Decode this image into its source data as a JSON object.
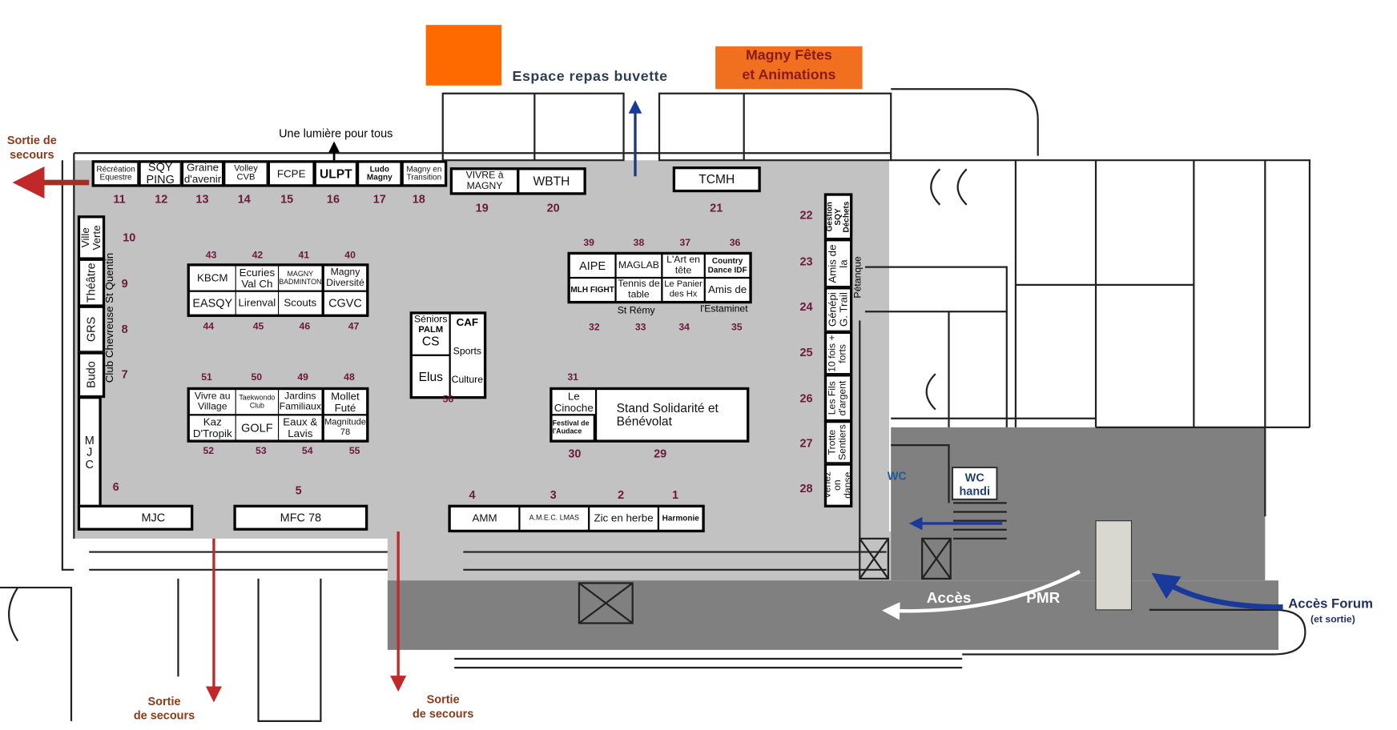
{
  "header": {
    "buvette_label": "Espace repas buvette",
    "magny_fetes": "Magny Fêtes",
    "magny_animations": "et Animations",
    "lumiere": "Une lumière pour tous",
    "colors": {
      "orange": "#ff6a00",
      "hall": "#c2c2c2",
      "number": "#6b1a3a",
      "exit": "#c0282a",
      "access": "#1a3a9a"
    }
  },
  "exits": {
    "top_left": [
      "Sortie de",
      "secours"
    ],
    "bottom_left": [
      "Sortie",
      "de secours"
    ],
    "bottom_mid": [
      "Sortie",
      "de secours"
    ]
  },
  "top_row": [
    {
      "num": "11",
      "label": "Récréation Equestre"
    },
    {
      "num": "12",
      "label": "SQY PING"
    },
    {
      "num": "13",
      "label": "Graine d'avenir"
    },
    {
      "num": "14",
      "label": "Volley CVB"
    },
    {
      "num": "15",
      "label": "FCPE"
    },
    {
      "num": "16",
      "label": "ULPT"
    },
    {
      "num": "17",
      "label": "Ludo Magny"
    },
    {
      "num": "18",
      "label": "Magny en Transition"
    },
    {
      "num": "19",
      "label": "VIVRE à MAGNY"
    },
    {
      "num": "20",
      "label": "WBTH"
    },
    {
      "num": "21",
      "label": "TCMH"
    }
  ],
  "left_column": [
    {
      "num": "10",
      "label": "Ville Verte"
    },
    {
      "num": "9",
      "label": "Théâtre"
    },
    {
      "num": "8",
      "label": "GRS"
    },
    {
      "num": "7",
      "label": "Budo"
    },
    {
      "num": "6",
      "label": "M J C"
    }
  ],
  "left_column_group": "Club Chevreuse St Quentin",
  "bottom_left": [
    {
      "label": "MJC"
    },
    {
      "num": "5",
      "label": "MFC 78"
    }
  ],
  "block_a_top": [
    {
      "num": "43",
      "label": "KBCM"
    },
    {
      "num": "42",
      "label": "Ecuries Val Ch"
    },
    {
      "num": "41",
      "label": "MAGNY BADMINTON"
    },
    {
      "num": "40",
      "label": "Magny Diversité"
    }
  ],
  "block_a_bottom": [
    {
      "num": "44",
      "label": "EASQY"
    },
    {
      "num": "45",
      "label": "Lirenval"
    },
    {
      "num": "46",
      "label": "Scouts"
    },
    {
      "num": "47",
      "label": "CGVC"
    }
  ],
  "block_b_top": [
    {
      "num": "51",
      "label": "Vivre au Village"
    },
    {
      "num": "50",
      "label": "Taekwondo Club"
    },
    {
      "num": "49",
      "label": "Jardins Familiaux"
    },
    {
      "num": "48",
      "label": "Mollet Futé"
    }
  ],
  "block_b_bottom": [
    {
      "num": "52",
      "label": "Kaz D'Tropik"
    },
    {
      "num": "53",
      "label": "GOLF"
    },
    {
      "num": "54",
      "label": "Eaux & Lavis"
    },
    {
      "num": "55",
      "label": "Magnitude 78"
    }
  ],
  "block_56": {
    "num": "56",
    "seniors": "Séniors",
    "palm": "PALM",
    "cs": "CS",
    "caf": "CAF",
    "sports": "Sports",
    "culture": "Culture",
    "elus": "Elus"
  },
  "block_c_top": [
    {
      "num": "39",
      "label": "AIPE"
    },
    {
      "num": "38",
      "label": "MAGLAB"
    },
    {
      "num": "37",
      "label": "L'Art en tête"
    },
    {
      "num": "36",
      "label": "Country Dance IDF"
    }
  ],
  "block_c_bottom": [
    {
      "num": "32",
      "label": "MLH FIGHT"
    },
    {
      "num": "33",
      "label": "Tennis de table"
    },
    {
      "num": "34",
      "label": "Le Panier des Hx"
    },
    {
      "num": "35",
      "label": "Amis de"
    }
  ],
  "block_c_extra": {
    "st_remy": "St Rémy",
    "estaminet": "l'Estaminet"
  },
  "block_d": {
    "num31": "31",
    "cinoche": "Le Cinoche",
    "num30": "30",
    "festival": "Festival de l'Audace",
    "num29": "29",
    "solidarite": "Stand Solidarité et Bénévolat"
  },
  "right_column": [
    {
      "num": "22",
      "label": "Gestion SQY Déchets"
    },
    {
      "num": "23",
      "label": "Amis de la"
    },
    {
      "num": "24",
      "label": "Génépi G. Trail"
    },
    {
      "num": "25",
      "label": "10 fois + forts"
    },
    {
      "num": "26",
      "label": "Les Fils d'argent"
    },
    {
      "num": "27",
      "label": "Trotte Sentiers"
    },
    {
      "num": "28",
      "label": "Venez on danse"
    }
  ],
  "petanque": "Pétanque",
  "bottom_row": [
    {
      "num": "4",
      "label": "AMM"
    },
    {
      "num": "3",
      "label": "A.M.E.C. LMAS"
    },
    {
      "num": "2",
      "label": "Zic en herbe"
    },
    {
      "num": "1",
      "label": "Harmonie"
    }
  ],
  "facilities": {
    "wc": "WC",
    "wc_handi": "WC handi"
  },
  "access": {
    "pmr_1": "Accès",
    "pmr_2": "PMR",
    "forum": "Accès Forum",
    "forum_sub": "(et sortie)"
  }
}
